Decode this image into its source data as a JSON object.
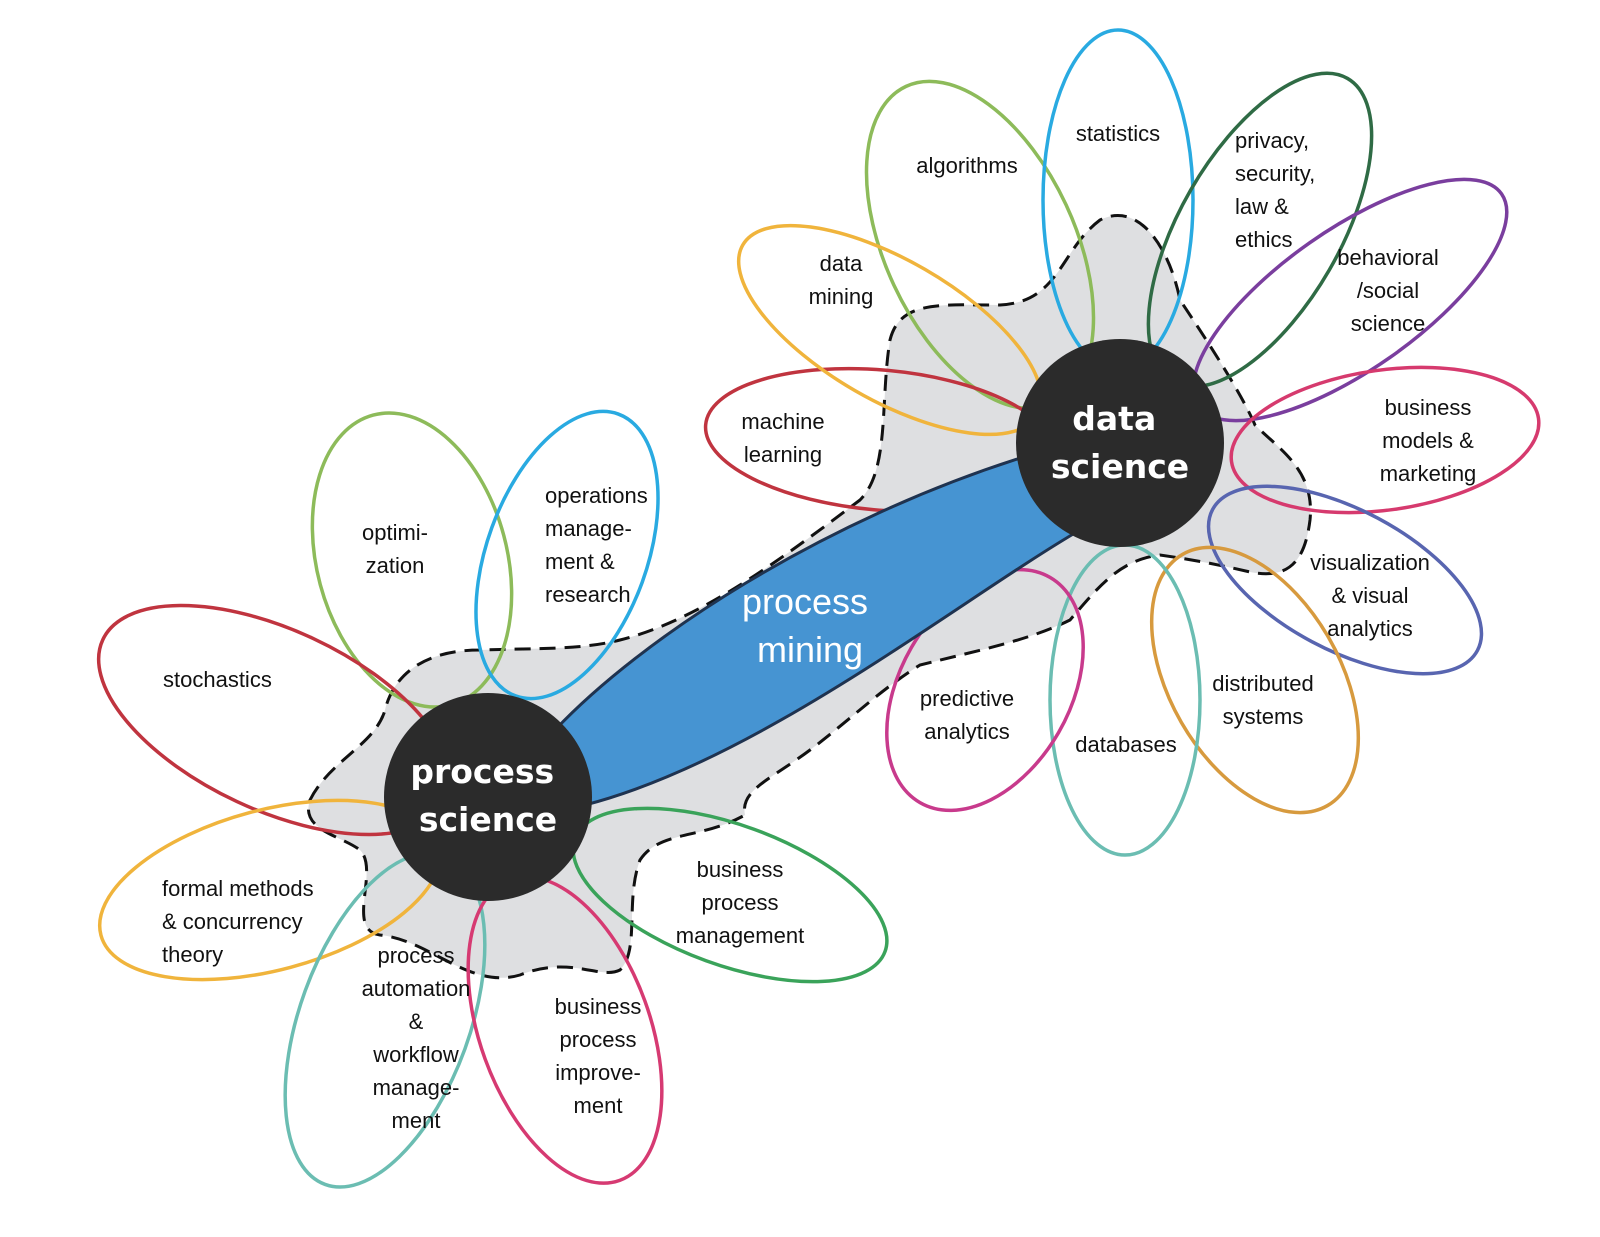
{
  "process_science": {
    "hub_label": [
      "process",
      "science"
    ],
    "petals": [
      {
        "key": "optimization",
        "lines": [
          "optimi-",
          "zation"
        ],
        "color": "#8dbb5a"
      },
      {
        "key": "operations",
        "lines": [
          "operations",
          "manage-",
          "ment &",
          "research"
        ],
        "color": "#29aae1"
      },
      {
        "key": "stochastics",
        "lines": [
          "stochastics"
        ],
        "color": "#c0343f"
      },
      {
        "key": "formal-methods",
        "lines": [
          "formal methods",
          "& concurrency",
          "theory"
        ],
        "color": "#f0b43c"
      },
      {
        "key": "process-automation",
        "lines": [
          "process",
          "automation",
          "&",
          "workflow",
          "manage-",
          "ment"
        ],
        "color": "#6bbdb2"
      },
      {
        "key": "bp-improvement",
        "lines": [
          "business",
          "process",
          "improve-",
          "ment"
        ],
        "color": "#d63a72"
      },
      {
        "key": "bp-management",
        "lines": [
          "business",
          "process",
          "management"
        ],
        "color": "#3aa35a"
      }
    ]
  },
  "data_science": {
    "hub_label": [
      "data",
      "science"
    ],
    "petals": [
      {
        "key": "algorithms",
        "lines": [
          "algorithms"
        ],
        "color": "#8dbb5a"
      },
      {
        "key": "statistics",
        "lines": [
          "statistics"
        ],
        "color": "#29aae1"
      },
      {
        "key": "privacy",
        "lines": [
          "privacy,",
          "security,",
          "law &",
          "ethics"
        ],
        "color": "#2f6b45"
      },
      {
        "key": "behavioral",
        "lines": [
          "behavioral",
          "/social",
          "science"
        ],
        "color": "#7a3e9e"
      },
      {
        "key": "business-models",
        "lines": [
          "business",
          "models &",
          "marketing"
        ],
        "color": "#d63a6e"
      },
      {
        "key": "visualization",
        "lines": [
          "visualization",
          "& visual",
          "analytics"
        ],
        "color": "#5865b0"
      },
      {
        "key": "distributed",
        "lines": [
          "distributed",
          "systems"
        ],
        "color": "#d79a3e"
      },
      {
        "key": "databases",
        "lines": [
          "databases"
        ],
        "color": "#6bbdb2"
      },
      {
        "key": "predictive",
        "lines": [
          "predictive",
          "analytics"
        ],
        "color": "#c83a8c"
      },
      {
        "key": "machine-learning",
        "lines": [
          "machine",
          "learning"
        ],
        "color": "#c0343f"
      },
      {
        "key": "data-mining",
        "lines": [
          "data",
          "mining"
        ],
        "color": "#f0b43c"
      }
    ]
  },
  "bridge": {
    "lines": [
      "process",
      "mining"
    ],
    "color": "#4694d2"
  },
  "colors": {
    "hub": "#2b2b2b",
    "cloud": "#dedfe1",
    "cloud_stroke": "#111111"
  }
}
